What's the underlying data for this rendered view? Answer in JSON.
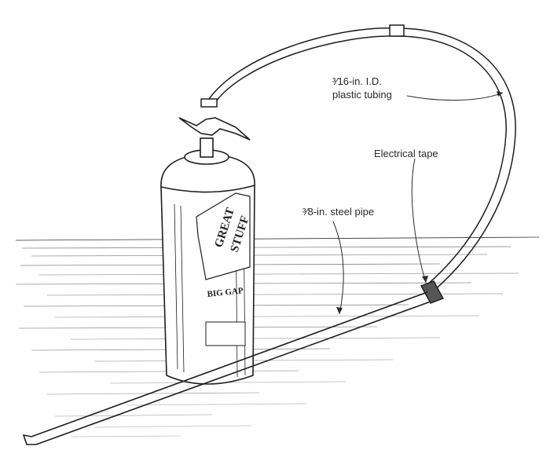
{
  "labels": {
    "tubing_line1": "³⁄16-in. I.D.",
    "tubing_line2": "plastic tubing",
    "tape": "Electrical tape",
    "pipe": "³⁄8-in. steel pipe"
  },
  "can": {
    "brand_line1": "GREAT",
    "brand_line2": "STUFF",
    "product": "BIG GAP"
  },
  "colors": {
    "ink": "#1e1e1e",
    "paper": "#ffffff"
  }
}
